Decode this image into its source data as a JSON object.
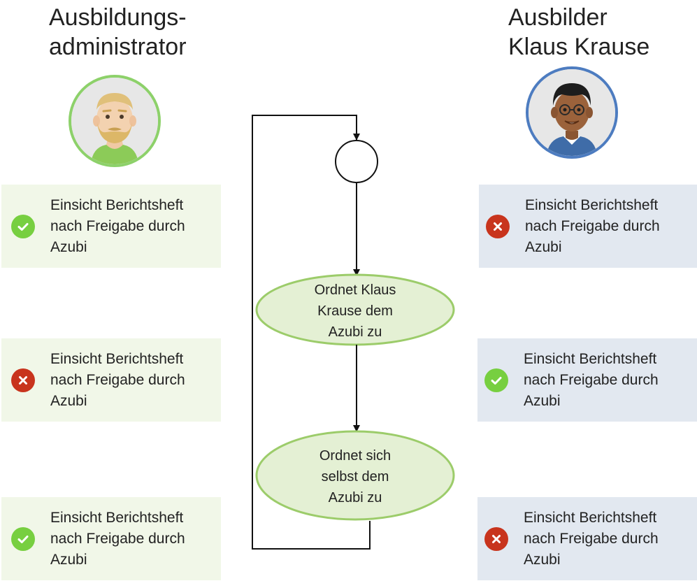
{
  "roles": {
    "left": {
      "title_lines": [
        "Ausbildungs-",
        "administrator"
      ]
    },
    "right": {
      "title_lines": [
        "Ausbilder",
        "Klaus Krause"
      ]
    }
  },
  "cards": {
    "left": [
      {
        "status": "allowed",
        "icon": "check-circle-icon",
        "lines": [
          "Einsicht Berichtsheft",
          "nach Freigabe durch",
          "Azubi"
        ]
      },
      {
        "status": "denied",
        "icon": "x-circle-icon",
        "lines": [
          "Einsicht Berichtsheft",
          "nach Freigabe durch",
          "Azubi"
        ]
      },
      {
        "status": "allowed",
        "icon": "check-circle-icon",
        "lines": [
          "Einsicht Berichtsheft",
          "nach Freigabe durch",
          "Azubi"
        ]
      }
    ],
    "right": [
      {
        "status": "denied",
        "icon": "x-circle-icon",
        "lines": [
          "Einsicht Berichtsheft",
          "nach Freigabe durch",
          "Azubi"
        ]
      },
      {
        "status": "allowed",
        "icon": "check-circle-icon",
        "lines": [
          "Einsicht Berichtsheft",
          "nach Freigabe durch",
          "Azubi"
        ]
      },
      {
        "status": "denied",
        "icon": "x-circle-icon",
        "lines": [
          "Einsicht Berichtsheft",
          "nach Freigabe durch",
          "Azubi"
        ]
      }
    ]
  },
  "flow": {
    "nodes": [
      {
        "lines": [
          "Ordnet Klaus",
          "Krause dem",
          "Azubi zu"
        ]
      },
      {
        "lines": [
          "Ordnet sich",
          "selbst dem",
          "Azubi zu"
        ]
      }
    ]
  },
  "colors": {
    "allowed": "#77cf40",
    "denied": "#c8341d",
    "left_card_bg": "#f1f7e8",
    "right_card_bg": "#e2e8f0",
    "node_fill": "#e4f0d4",
    "node_stroke": "#9ccc6a",
    "left_avatar_ring": "#8dd16a",
    "right_avatar_ring": "#4d7cc0"
  }
}
